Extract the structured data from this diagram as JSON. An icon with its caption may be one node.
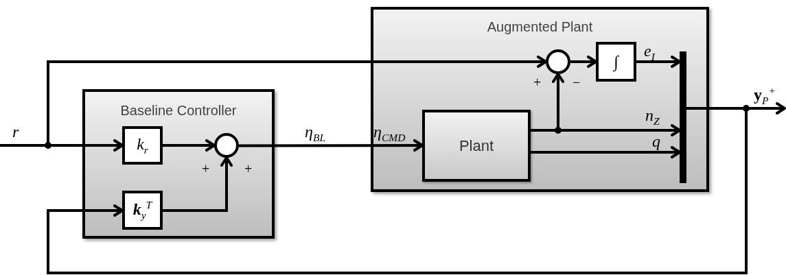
{
  "diagram": {
    "nodes": [
      {
        "text": [
          "Augmented Plant"
        ]
      },
      {
        "text": [],
        "shape": "circle",
        "in": 0,
        "beside": [
          "+",
          "−"
        ]
      },
      {
        "text": [
          "∫"
        ],
        "in": 0
      },
      {
        "text": [
          "Plant"
        ],
        "in": 0
      },
      {
        "text": [],
        "shape": "bar",
        "in": 0
      },
      {
        "text": [
          "Baseline Controller"
        ]
      },
      {
        "text": [
          "k$_{r}$"
        ],
        "in": 5
      },
      {
        "text": [
          "**k**$_{y}$$^{T}$"
        ],
        "in": 5
      },
      {
        "text": [],
        "shape": "circle",
        "in": 5,
        "beside": [
          "+",
          "+"
        ]
      }
    ],
    "edges": [
      {
        "from": null,
        "to": 6,
        "arrow": "to",
        "label": "r"
      },
      {
        "from": null,
        "to": 1,
        "arrow": "to"
      },
      {
        "from": 6,
        "to": 8,
        "arrow": "to"
      },
      {
        "from": 7,
        "to": 8,
        "arrow": "to"
      },
      {
        "from": 8,
        "to": 3,
        "arrow": "to",
        "label": "η$_{BL}$"
      },
      {
        "from": 3,
        "to": 1,
        "arrow": "to"
      },
      {
        "from": 3,
        "to": 4,
        "arrow": "to",
        "label": "n$_{Z}$"
      },
      {
        "from": 3,
        "to": 4,
        "arrow": "to",
        "label": "q"
      },
      {
        "from": 1,
        "to": 2,
        "arrow": "to"
      },
      {
        "from": 2,
        "to": 4,
        "arrow": "to",
        "label": "e$_{I}$"
      },
      {
        "from": 4,
        "to": null,
        "arrow": "to",
        "label": "**y**$_{P}$$^{+}$"
      },
      {
        "from": 4,
        "to": 7,
        "arrow": "to"
      }
    ],
    "labels": [
      "η$_{CMD}$"
    ]
  }
}
